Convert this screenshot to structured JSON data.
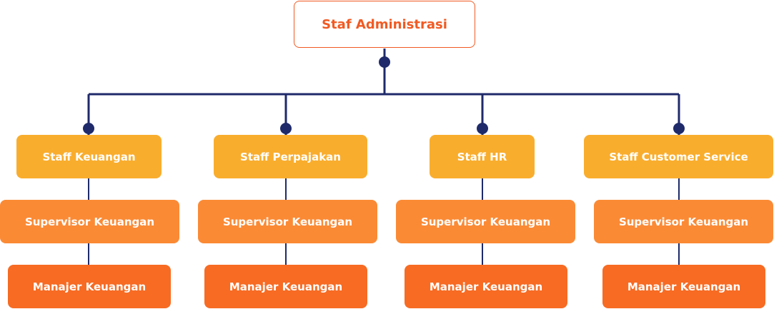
{
  "root": {
    "label": "Staf Administrasi"
  },
  "colors": {
    "line": "#1f2a6b",
    "root_border": "#f15a22",
    "root_text": "#f15a22",
    "staff": "#f9ad2d",
    "supervisor": "#fb8a35",
    "manager": "#f76b23"
  },
  "columns": [
    {
      "staff": "Staff Keuangan",
      "supervisor": "Supervisor Keuangan",
      "manager": "Manajer Keuangan"
    },
    {
      "staff": "Staff Perpajakan",
      "supervisor": "Supervisor Keuangan",
      "manager": "Manajer Keuangan"
    },
    {
      "staff": "Staff HR",
      "supervisor": "Supervisor Keuangan",
      "manager": "Manajer Keuangan"
    },
    {
      "staff": "Staff Customer Service",
      "supervisor": "Supervisor Keuangan",
      "manager": "Manajer Keuangan"
    }
  ]
}
